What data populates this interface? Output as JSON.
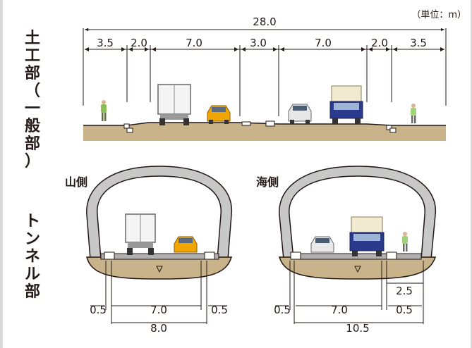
{
  "unit_label": "（単位：m）",
  "section_earthwork": {
    "label_chars": [
      "土",
      "工",
      "部",
      "（",
      "一",
      "般",
      "部",
      "）"
    ],
    "total_width": "28.0",
    "lane_widths": [
      "3.5",
      "2.0",
      "7.0",
      "3.0",
      "7.0",
      "2.0",
      "3.5"
    ]
  },
  "section_tunnel": {
    "label_chars": [
      "ト",
      "ン",
      "ネ",
      "ル",
      "部"
    ],
    "mountain_side": {
      "label": "山側",
      "dims": {
        "left_margin": "0.5",
        "carriageway": "7.0",
        "right_margin": "0.5",
        "total": "8.0"
      }
    },
    "sea_side": {
      "label": "海側",
      "dims": {
        "left_margin": "0.5",
        "carriageway": "7.0",
        "right_margin": "0.5",
        "sidewalk": "2.5",
        "total": "10.5"
      }
    }
  },
  "colors": {
    "ground": "#c9b38a",
    "lining": "#c8c8c8",
    "line": "#231815",
    "asphalt": "#b0b0b0"
  }
}
